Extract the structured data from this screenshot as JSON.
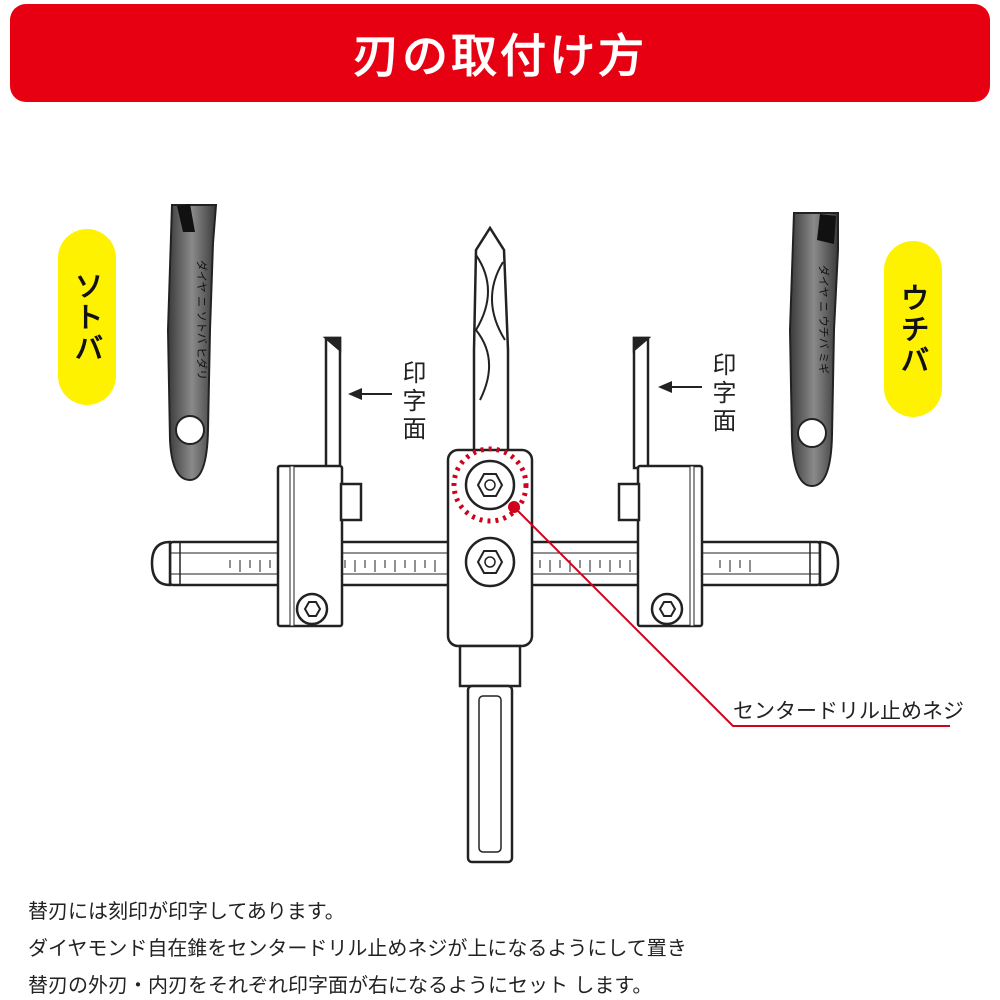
{
  "header": {
    "title": "刃の取付け方"
  },
  "blades": {
    "outer": {
      "label": "ソトバ",
      "engraving": "ダイヤ ニ ソトバ ヒダリ"
    },
    "inner": {
      "label": "ウチバ",
      "engraving": "ダイヤ ニ ウチバ ミギ"
    }
  },
  "labels": {
    "print_face": "印字面",
    "center_screw": "センタードリル止めネジ"
  },
  "notes": [
    "替刃には刻印が印字してあります。",
    "ダイヤモンド自在錐をセンタードリル止めネジが上になるようにして置き",
    "替刃の外刃・内刃をそれぞれ印字面が右になるようにセット します。"
  ],
  "colors": {
    "banner": "#e60012",
    "pill": "#fff200",
    "callout": "#d0021b",
    "blade": "#555555"
  }
}
